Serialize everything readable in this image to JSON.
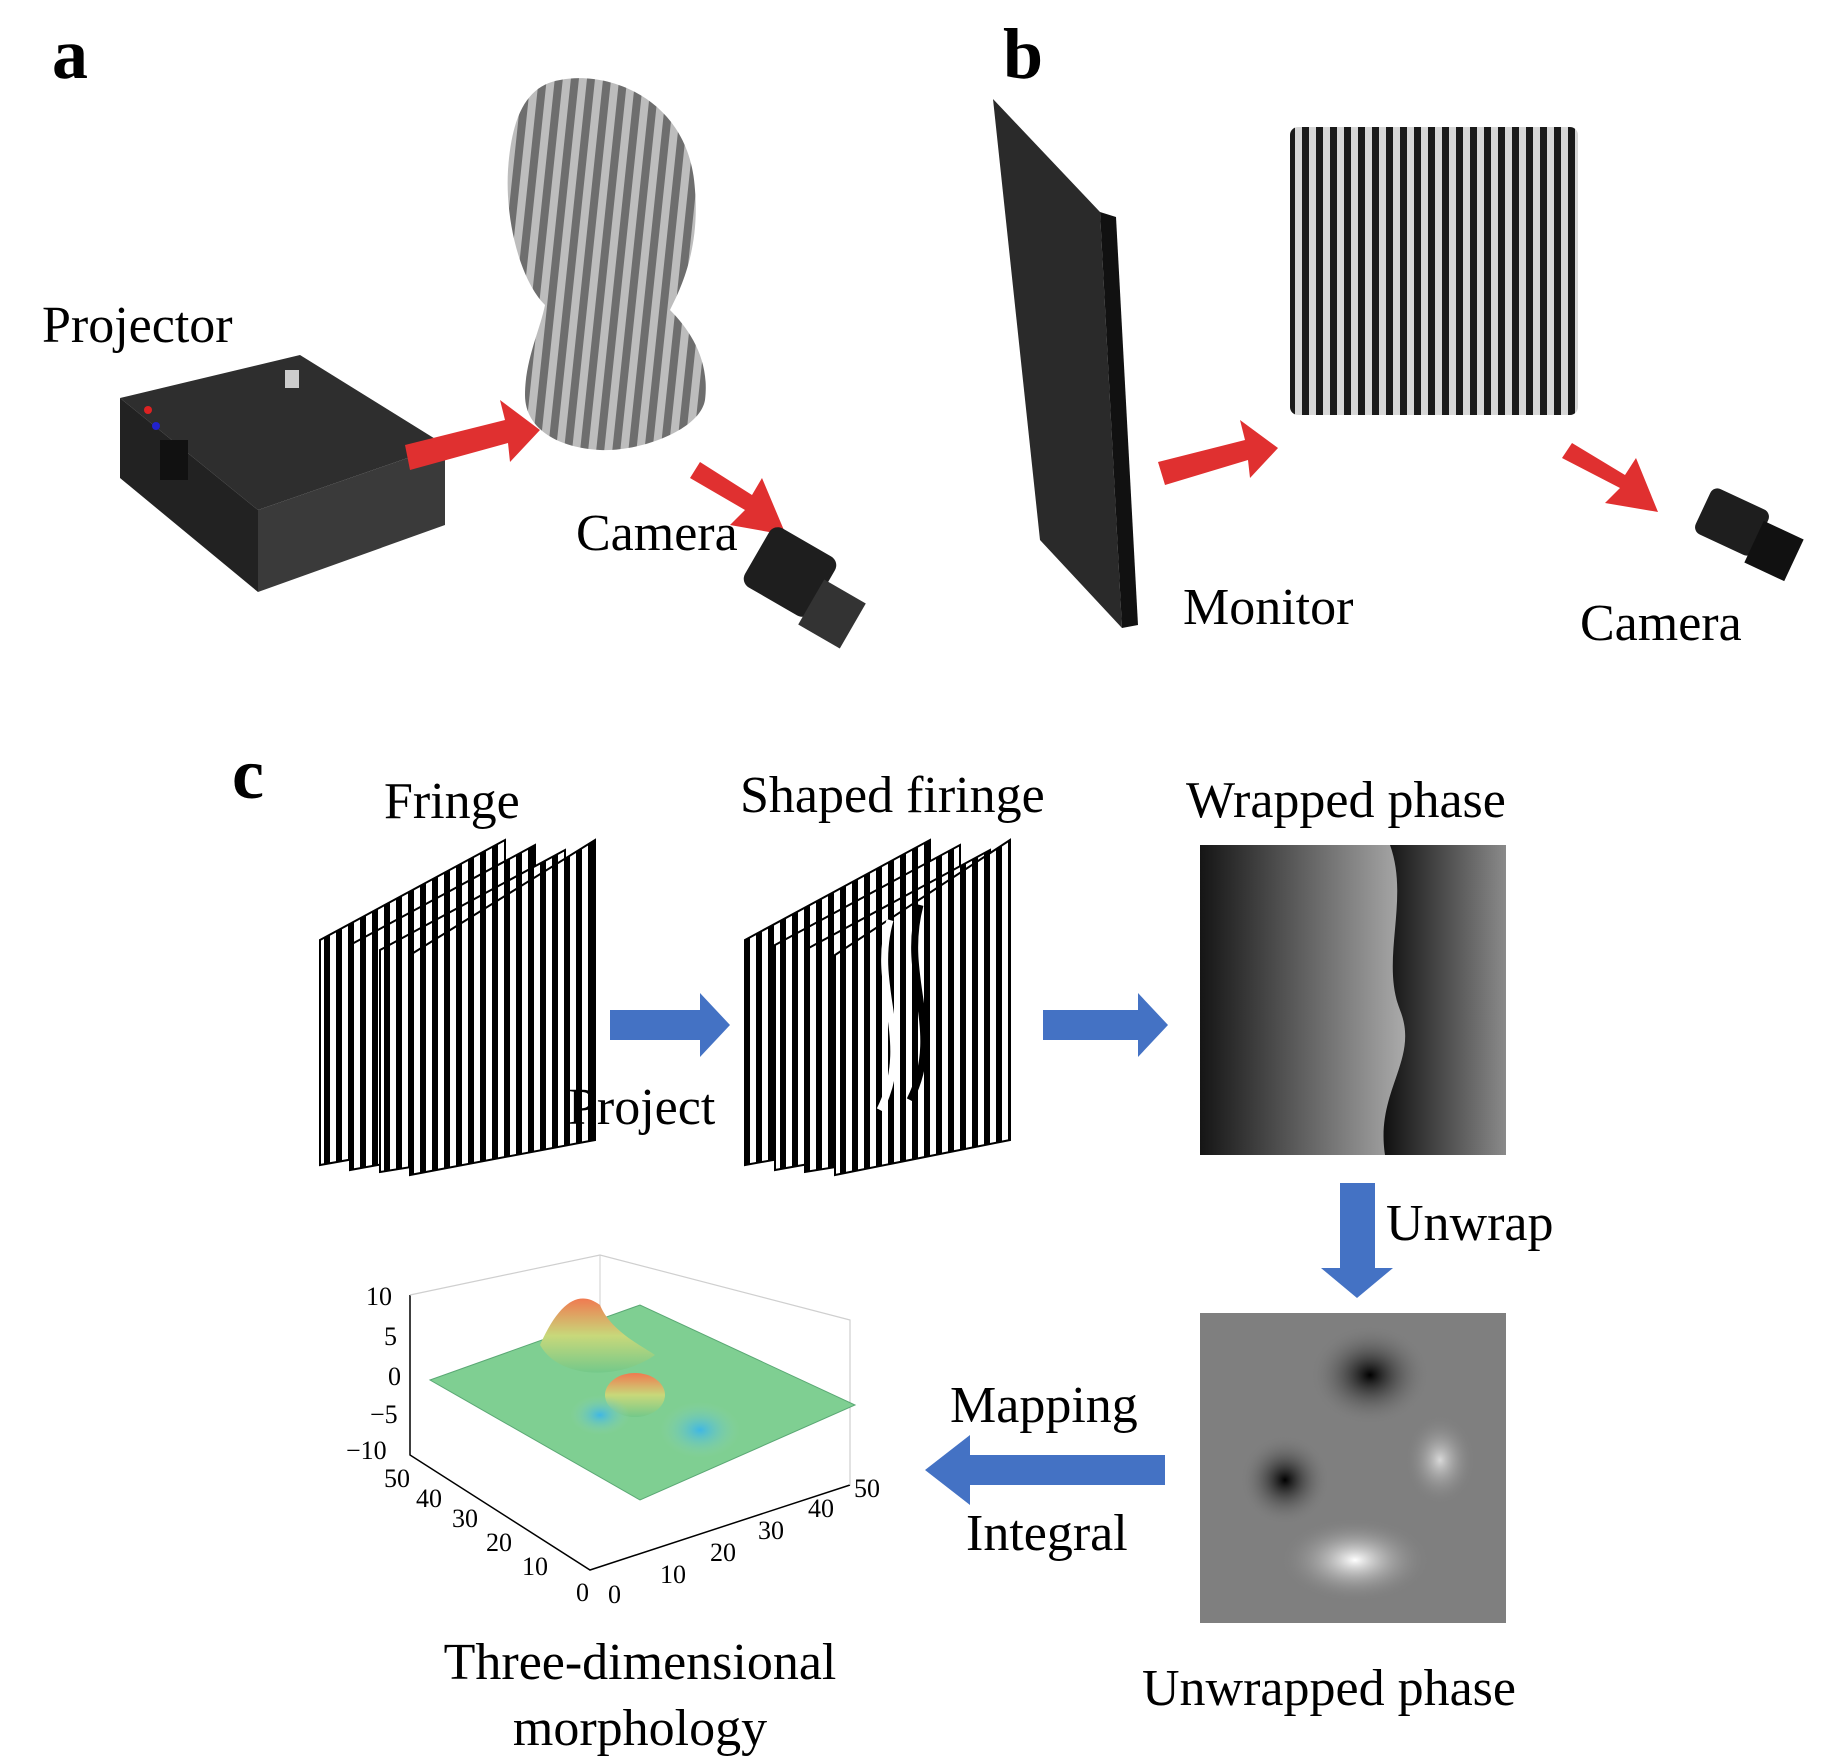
{
  "panels": {
    "a": {
      "letter": "a",
      "projector_label": "Projector",
      "camera_label": "Camera"
    },
    "b": {
      "letter": "b",
      "monitor_label": "Monitor",
      "camera_label": "Camera"
    },
    "c": {
      "letter": "c",
      "fringe_label": "Fringe",
      "shaped_label": "Shaped firinge",
      "wrapped_label": "Wrapped phase",
      "project_label": "Project",
      "unwrap_label": "Unwrap",
      "mapping_label": "Mapping",
      "integral_label": "Integral",
      "unwrapped_label": "Unwrapped phase",
      "morph_label_line1": "Three-dimensional",
      "morph_label_line2": "morphology",
      "plot_axes": {
        "z_ticks": [
          "10",
          "5",
          "0",
          "−5",
          "−10"
        ],
        "y_ticks": [
          "50",
          "40",
          "30",
          "20",
          "10",
          "0"
        ],
        "x_ticks": [
          "0",
          "10",
          "20",
          "30",
          "40",
          "50"
        ]
      }
    }
  },
  "colors": {
    "red_arrow": "#e03030",
    "blue_arrow": "#4472c4"
  }
}
